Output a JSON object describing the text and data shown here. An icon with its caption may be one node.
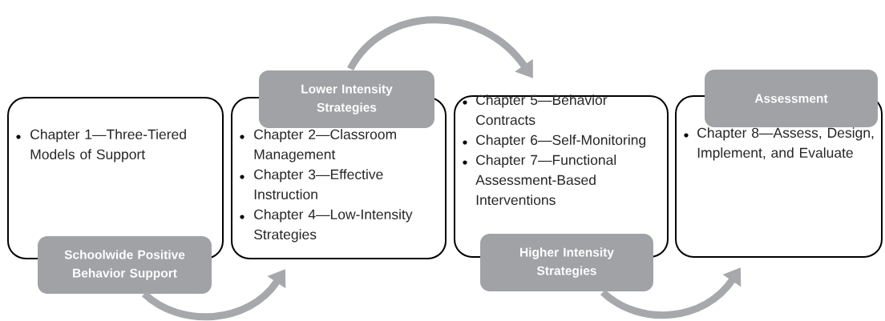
{
  "diagram": {
    "nodes": [
      {
        "text": [
          "Chapter 1—Three-Tiered Models of Support"
        ]
      },
      {
        "text": [
          "Schoolwide Positive Behavior Support"
        ]
      },
      {
        "text": [
          "Chapter 2—Classroom Management",
          "Chapter 3—Effective Instruction",
          "Chapter 4—Low-Intensity Strategies"
        ]
      },
      {
        "text": [
          "Lower Intensity Strategies"
        ]
      },
      {
        "text": [
          "Chapter 5—Behavior Contracts",
          "Chapter 6—Self-Monitoring",
          "Chapter 7—Functional Assessment-Based Interventions"
        ]
      },
      {
        "text": [
          "Higher Intensity Strategies"
        ]
      },
      {
        "text": [
          "Chapter 8—Assess, Design, Implement, and Evaluate"
        ]
      },
      {
        "text": [
          "Assessment"
        ]
      }
    ],
    "edges": [
      {
        "from": 1,
        "to": 2,
        "arrow": "to"
      },
      {
        "from": 3,
        "to": 4,
        "arrow": "to"
      },
      {
        "from": 5,
        "to": 6,
        "arrow": "to"
      }
    ]
  }
}
